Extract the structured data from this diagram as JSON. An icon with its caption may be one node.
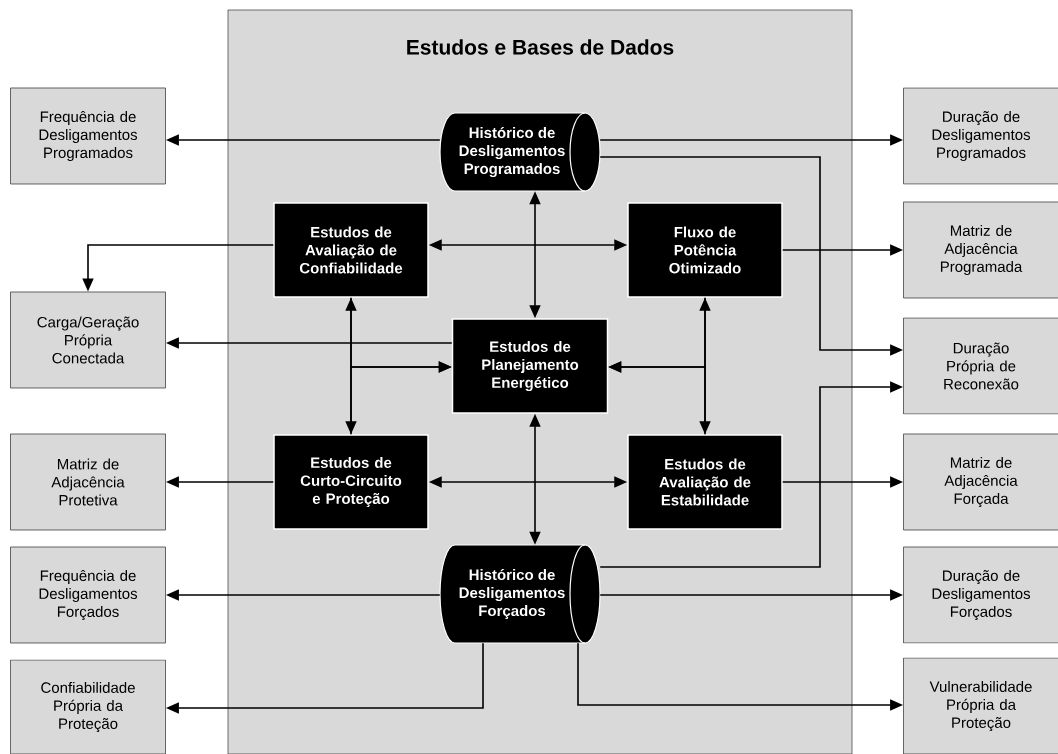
{
  "diagram": {
    "nodes": [
      {
        "text": [
          "Estudos e Bases de Dados"
        ]
      },
      {
        "text": [
          "Histórico de Desligamentos Programados"
        ],
        "in": 0
      },
      {
        "text": [
          "Estudos de Avaliação de Confiabilidade"
        ],
        "in": 0
      },
      {
        "text": [
          "Fluxo de Potência Otimizado"
        ],
        "in": 0
      },
      {
        "text": [
          "Estudos de Planejamento Energético"
        ],
        "in": 0
      },
      {
        "text": [
          "Estudos de Curto-Circuito e Proteção"
        ],
        "in": 0
      },
      {
        "text": [
          "Estudos de Avaliação de Estabilidade"
        ],
        "in": 0
      },
      {
        "text": [
          "Histórico de Desligamentos Forçados"
        ],
        "in": 0
      },
      {
        "text": [
          "Frequência de Desligamentos Programados"
        ]
      },
      {
        "text": [
          "Carga/Geração Própria Conectada"
        ]
      },
      {
        "text": [
          "Matriz de Adjacência Protetiva"
        ]
      },
      {
        "text": [
          "Frequência de Desligamentos Forçados"
        ]
      },
      {
        "text": [
          "Confiabilidade Própria da Proteção"
        ]
      },
      {
        "text": [
          "Duração de Desligamentos Programados"
        ]
      },
      {
        "text": [
          "Matriz de Adjacência Programada"
        ]
      },
      {
        "text": [
          "Duração Própria de Reconexão"
        ]
      },
      {
        "text": [
          "Matriz de Adjacência Forçada"
        ]
      },
      {
        "text": [
          "Duração de Desligamentos Forçados"
        ]
      },
      {
        "text": [
          "Vulnerabilidade Própria da Proteção"
        ]
      }
    ],
    "edges": [
      {
        "from": 1,
        "to": 8,
        "arrow": "to"
      },
      {
        "from": 1,
        "to": 13,
        "arrow": "to"
      },
      {
        "from": 1,
        "to": 4,
        "arrow": "both"
      },
      {
        "from": 1,
        "to": 15,
        "arrow": "to"
      },
      {
        "from": 2,
        "to": 3,
        "arrow": "both"
      },
      {
        "from": 2,
        "to": 9,
        "arrow": "to"
      },
      {
        "from": 2,
        "to": 5,
        "arrow": "both"
      },
      {
        "from": 2,
        "to": 4,
        "arrow": "to"
      },
      {
        "from": 5,
        "to": 4,
        "arrow": "to"
      },
      {
        "from": 4,
        "to": 9,
        "arrow": "to"
      },
      {
        "from": 3,
        "to": 6,
        "arrow": "both"
      },
      {
        "from": 3,
        "to": 4,
        "arrow": "to"
      },
      {
        "from": 6,
        "to": 4,
        "arrow": "to"
      },
      {
        "from": 3,
        "to": 14,
        "arrow": "to"
      },
      {
        "from": 4,
        "to": 7,
        "arrow": "both"
      },
      {
        "from": 5,
        "to": 6,
        "arrow": "both"
      },
      {
        "from": 5,
        "to": 10,
        "arrow": "to"
      },
      {
        "from": 6,
        "to": 16,
        "arrow": "to"
      },
      {
        "from": 7,
        "to": 15,
        "arrow": "to"
      },
      {
        "from": 7,
        "to": 11,
        "arrow": "to"
      },
      {
        "from": 7,
        "to": 17,
        "arrow": "to"
      },
      {
        "from": 7,
        "to": 12,
        "arrow": "to"
      },
      {
        "from": 7,
        "to": 18,
        "arrow": "to"
      }
    ]
  }
}
